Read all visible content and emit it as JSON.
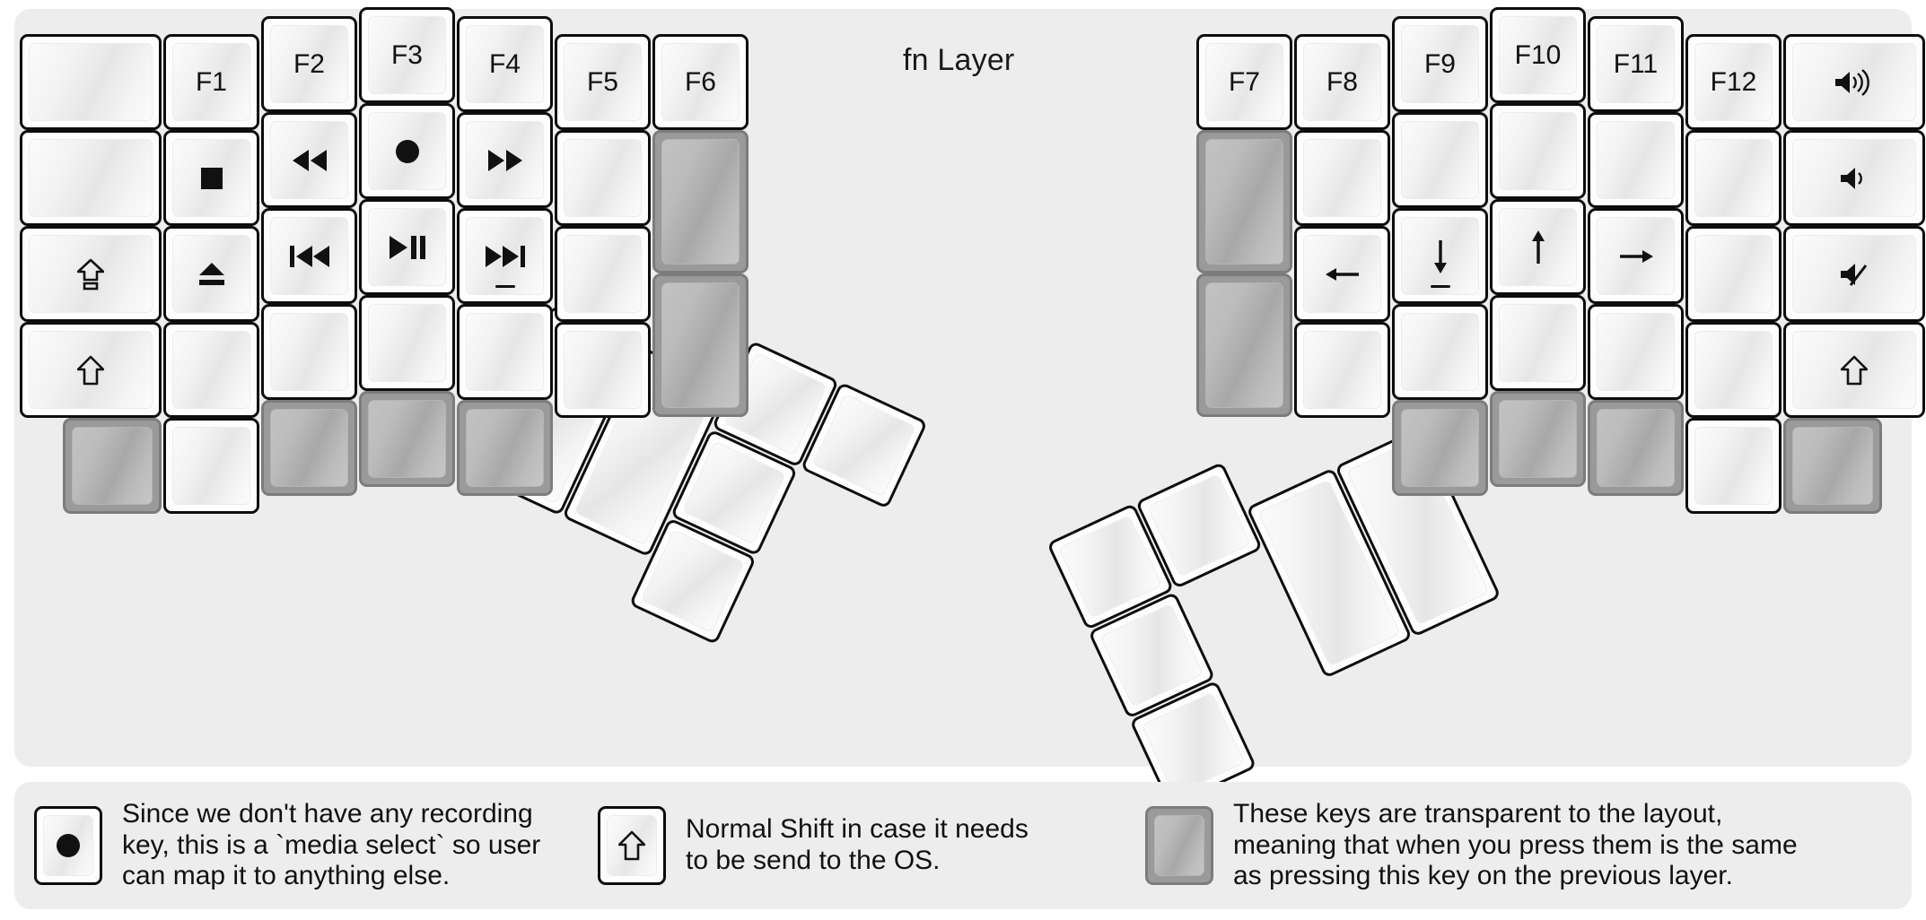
{
  "title": "fn Layer",
  "colors": {
    "panel_bg": "#ededed",
    "page_bg": "#ffffff",
    "key_border": "#0d0d0d",
    "key_face": "#fdfdfd",
    "transparent_key": "#9a9a9a",
    "label": "#111111"
  },
  "glyphs": {
    "rewind": "◀◀",
    "fast_forward": "▶▶",
    "prev_track": "❘◀◀",
    "next_track": "▶▶❘",
    "play_pause": "▶❙❙",
    "stop": "■",
    "record": "●",
    "eject": "⏏",
    "caps_lock": "⇧",
    "shift": "⇧",
    "arrow_left": "←",
    "arrow_down": "↓",
    "arrow_up": "↑",
    "arrow_right": "→",
    "volume_up": "🔊",
    "volume_down": "🔉",
    "mute": "🔇"
  },
  "left_block": {
    "columns": [
      {
        "name": "col-outer-left",
        "keys": [
          {
            "label": "",
            "icon": "",
            "type": "normal"
          },
          {
            "label": "",
            "icon": "",
            "type": "normal"
          },
          {
            "label": "",
            "icon": "caps-lock-icon",
            "type": "normal"
          },
          {
            "label": "",
            "icon": "shift-icon",
            "type": "normal"
          },
          {
            "label": "",
            "icon": "",
            "type": "transparent"
          }
        ]
      },
      {
        "name": "col-f1",
        "keys": [
          {
            "label": "F1",
            "icon": "",
            "type": "normal"
          },
          {
            "label": "",
            "icon": "stop-icon",
            "type": "normal"
          },
          {
            "label": "",
            "icon": "eject-icon",
            "type": "normal"
          },
          {
            "label": "",
            "icon": "",
            "type": "normal"
          },
          {
            "label": "",
            "icon": "",
            "type": "normal"
          }
        ]
      },
      {
        "name": "col-f2",
        "keys": [
          {
            "label": "F2",
            "icon": "",
            "type": "normal"
          },
          {
            "label": "",
            "icon": "rewind-icon",
            "type": "normal"
          },
          {
            "label": "",
            "icon": "prev-track-icon",
            "type": "normal"
          },
          {
            "label": "",
            "icon": "",
            "type": "normal"
          },
          {
            "label": "",
            "icon": "",
            "type": "transparent"
          }
        ]
      },
      {
        "name": "col-f3",
        "keys": [
          {
            "label": "F3",
            "icon": "",
            "type": "normal"
          },
          {
            "label": "",
            "icon": "record-icon",
            "type": "normal"
          },
          {
            "label": "",
            "icon": "play-pause-icon",
            "type": "normal"
          },
          {
            "label": "",
            "icon": "",
            "type": "normal"
          },
          {
            "label": "",
            "icon": "",
            "type": "transparent"
          }
        ]
      },
      {
        "name": "col-f4",
        "keys": [
          {
            "label": "F4",
            "icon": "",
            "type": "normal"
          },
          {
            "label": "",
            "icon": "fast-forward-icon",
            "type": "normal"
          },
          {
            "label": "",
            "icon": "next-track-icon",
            "type": "normal"
          },
          {
            "label": "",
            "icon": "",
            "type": "normal"
          },
          {
            "label": "",
            "icon": "",
            "type": "transparent"
          }
        ]
      },
      {
        "name": "col-f5",
        "keys": [
          {
            "label": "F5",
            "icon": "",
            "type": "normal"
          },
          {
            "label": "",
            "icon": "",
            "type": "normal"
          },
          {
            "label": "",
            "icon": "",
            "type": "normal"
          },
          {
            "label": "",
            "icon": "",
            "type": "normal"
          }
        ]
      },
      {
        "name": "col-f6",
        "keys": [
          {
            "label": "F6",
            "icon": "",
            "type": "normal"
          },
          {
            "label": "",
            "icon": "",
            "type": "transparent"
          },
          {
            "label": "",
            "icon": "",
            "type": "transparent"
          }
        ]
      }
    ]
  },
  "right_block": {
    "columns": [
      {
        "name": "col-f7",
        "keys": [
          {
            "label": "F7",
            "icon": "",
            "type": "normal"
          },
          {
            "label": "",
            "icon": "",
            "type": "transparent"
          },
          {
            "label": "",
            "icon": "",
            "type": "transparent"
          }
        ]
      },
      {
        "name": "col-f8",
        "keys": [
          {
            "label": "F8",
            "icon": "",
            "type": "normal"
          },
          {
            "label": "",
            "icon": "",
            "type": "normal"
          },
          {
            "label": "",
            "icon": "arrow-left-icon",
            "type": "normal"
          },
          {
            "label": "",
            "icon": "",
            "type": "normal"
          }
        ]
      },
      {
        "name": "col-f9",
        "keys": [
          {
            "label": "F9",
            "icon": "",
            "type": "normal"
          },
          {
            "label": "",
            "icon": "",
            "type": "normal"
          },
          {
            "label": "",
            "icon": "arrow-down-icon",
            "type": "normal"
          },
          {
            "label": "",
            "icon": "",
            "type": "normal"
          },
          {
            "label": "",
            "icon": "",
            "type": "transparent"
          }
        ]
      },
      {
        "name": "col-f10",
        "keys": [
          {
            "label": "F10",
            "icon": "",
            "type": "normal"
          },
          {
            "label": "",
            "icon": "",
            "type": "normal"
          },
          {
            "label": "",
            "icon": "arrow-up-icon",
            "type": "normal"
          },
          {
            "label": "",
            "icon": "",
            "type": "normal"
          },
          {
            "label": "",
            "icon": "",
            "type": "transparent"
          }
        ]
      },
      {
        "name": "col-f11",
        "keys": [
          {
            "label": "F11",
            "icon": "",
            "type": "normal"
          },
          {
            "label": "",
            "icon": "",
            "type": "normal"
          },
          {
            "label": "",
            "icon": "arrow-right-icon",
            "type": "normal"
          },
          {
            "label": "",
            "icon": "",
            "type": "normal"
          },
          {
            "label": "",
            "icon": "",
            "type": "transparent"
          }
        ]
      },
      {
        "name": "col-f12",
        "keys": [
          {
            "label": "F12",
            "icon": "",
            "type": "normal"
          },
          {
            "label": "",
            "icon": "",
            "type": "normal"
          },
          {
            "label": "",
            "icon": "",
            "type": "normal"
          },
          {
            "label": "",
            "icon": "",
            "type": "normal"
          },
          {
            "label": "",
            "icon": "",
            "type": "normal"
          }
        ]
      },
      {
        "name": "col-outer-right",
        "keys": [
          {
            "label": "",
            "icon": "volume-up-icon",
            "type": "normal"
          },
          {
            "label": "",
            "icon": "volume-down-icon",
            "type": "normal"
          },
          {
            "label": "",
            "icon": "mute-icon",
            "type": "normal"
          },
          {
            "label": "",
            "icon": "shift-icon",
            "type": "normal"
          },
          {
            "label": "",
            "icon": "",
            "type": "transparent"
          }
        ]
      }
    ]
  },
  "left_thumb": {
    "name": "left-thumb-cluster",
    "keys": [
      {
        "type": "normal",
        "size": "2u"
      },
      {
        "type": "normal",
        "size": "2u"
      },
      {
        "type": "normal",
        "size": "1u"
      },
      {
        "type": "normal",
        "size": "1u"
      },
      {
        "type": "normal",
        "size": "1u"
      },
      {
        "type": "normal",
        "size": "1u"
      }
    ]
  },
  "right_thumb": {
    "name": "right-thumb-cluster",
    "keys": [
      {
        "type": "normal",
        "size": "1u"
      },
      {
        "type": "normal",
        "size": "1u"
      },
      {
        "type": "normal",
        "size": "1u"
      },
      {
        "type": "normal",
        "size": "1u"
      },
      {
        "type": "normal",
        "size": "2u"
      },
      {
        "type": "normal",
        "size": "2u"
      }
    ]
  },
  "legend": {
    "items": [
      {
        "icon": "record-icon",
        "key_type": "normal",
        "text": "Since we don't have any recording\nkey, this is a `media select` so user\ncan map it to anything else."
      },
      {
        "icon": "shift-icon",
        "key_type": "normal",
        "text": "Normal Shift in case it needs\nto be send to the OS."
      },
      {
        "icon": "",
        "key_type": "transparent",
        "text": "These keys are transparent to the layout,\nmeaning that when you press them is the same\nas pressing this key on the previous layer."
      }
    ]
  }
}
